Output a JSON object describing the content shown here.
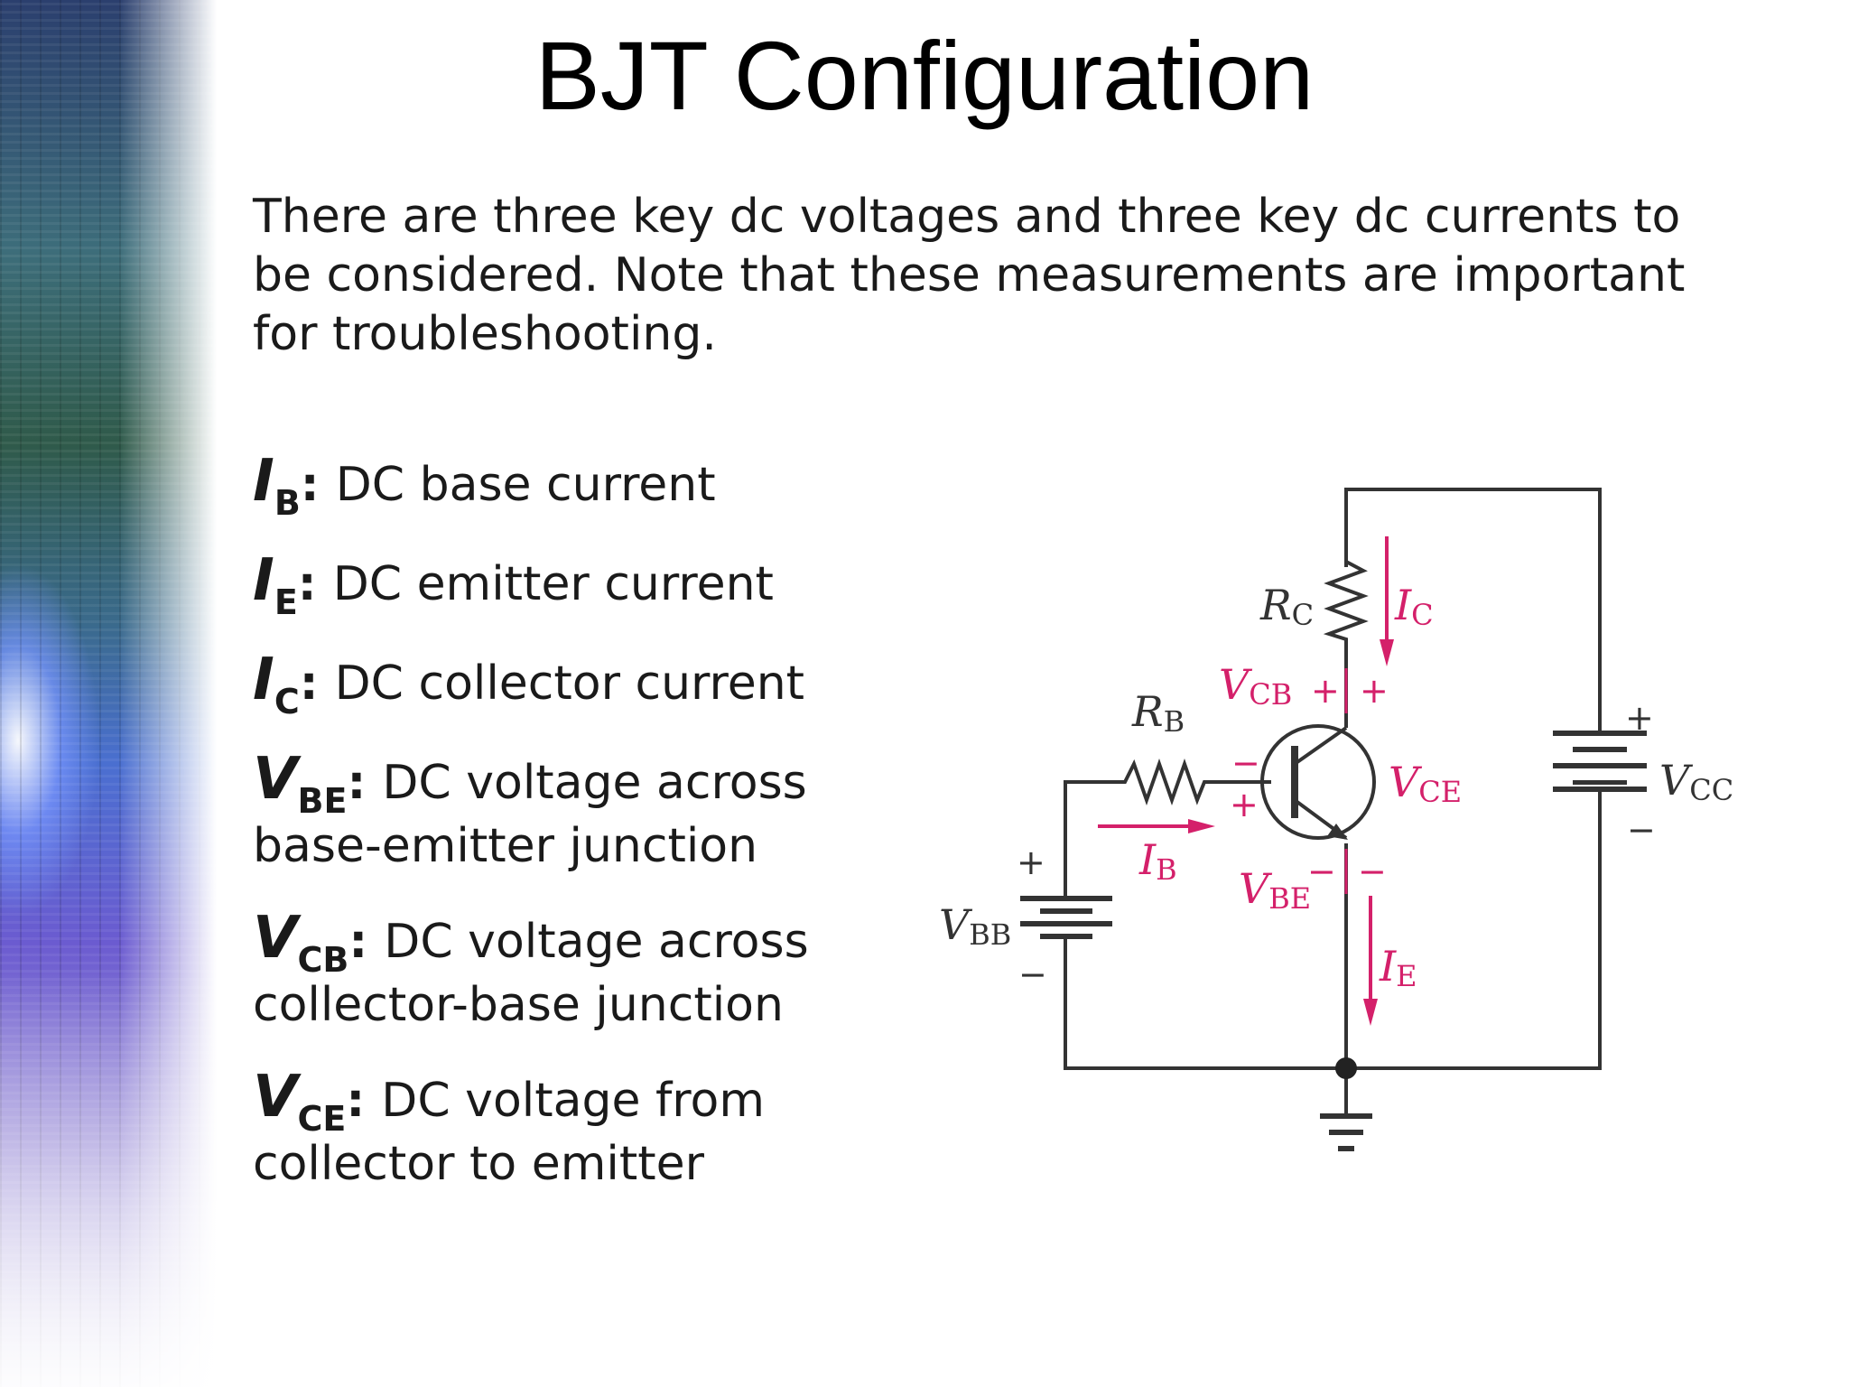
{
  "title": "BJT Configuration",
  "intro": "There are three key dc voltages and three key dc currents to be considered. Note that these measurements are important for troubleshooting.",
  "definitions": [
    {
      "symbol": "I",
      "subscript": "B",
      "line1": "DC base current",
      "line2": ""
    },
    {
      "symbol": "I",
      "subscript": "E",
      "line1": "DC emitter current",
      "line2": ""
    },
    {
      "symbol": "I",
      "subscript": "C",
      "line1": "DC collector current",
      "line2": ""
    },
    {
      "symbol": "V",
      "subscript": "BE",
      "line1": "DC voltage across",
      "line2": "base-emitter junction"
    },
    {
      "symbol": "V",
      "subscript": "CB",
      "line1": "DC voltage across",
      "line2": "collector-base junction"
    },
    {
      "symbol": "V",
      "subscript": "CE",
      "line1": "DC voltage from",
      "line2": "collector to emitter"
    }
  ],
  "circuit": {
    "labels": {
      "rc": {
        "main": "R",
        "sub": "C"
      },
      "rb": {
        "main": "R",
        "sub": "B"
      },
      "ic": {
        "main": "I",
        "sub": "C"
      },
      "ib": {
        "main": "I",
        "sub": "B"
      },
      "ie": {
        "main": "I",
        "sub": "E"
      },
      "vcb": {
        "main": "V",
        "sub": "CB"
      },
      "vbe": {
        "main": "V",
        "sub": "BE"
      },
      "vce": {
        "main": "V",
        "sub": "CE"
      },
      "vbb": {
        "main": "V",
        "sub": "BB"
      },
      "vcc": {
        "main": "V",
        "sub": "CC"
      }
    },
    "signs": {
      "plus": "+",
      "minus": "−"
    },
    "colors": {
      "wire": "#333333",
      "annotation": "#d4206a"
    }
  }
}
